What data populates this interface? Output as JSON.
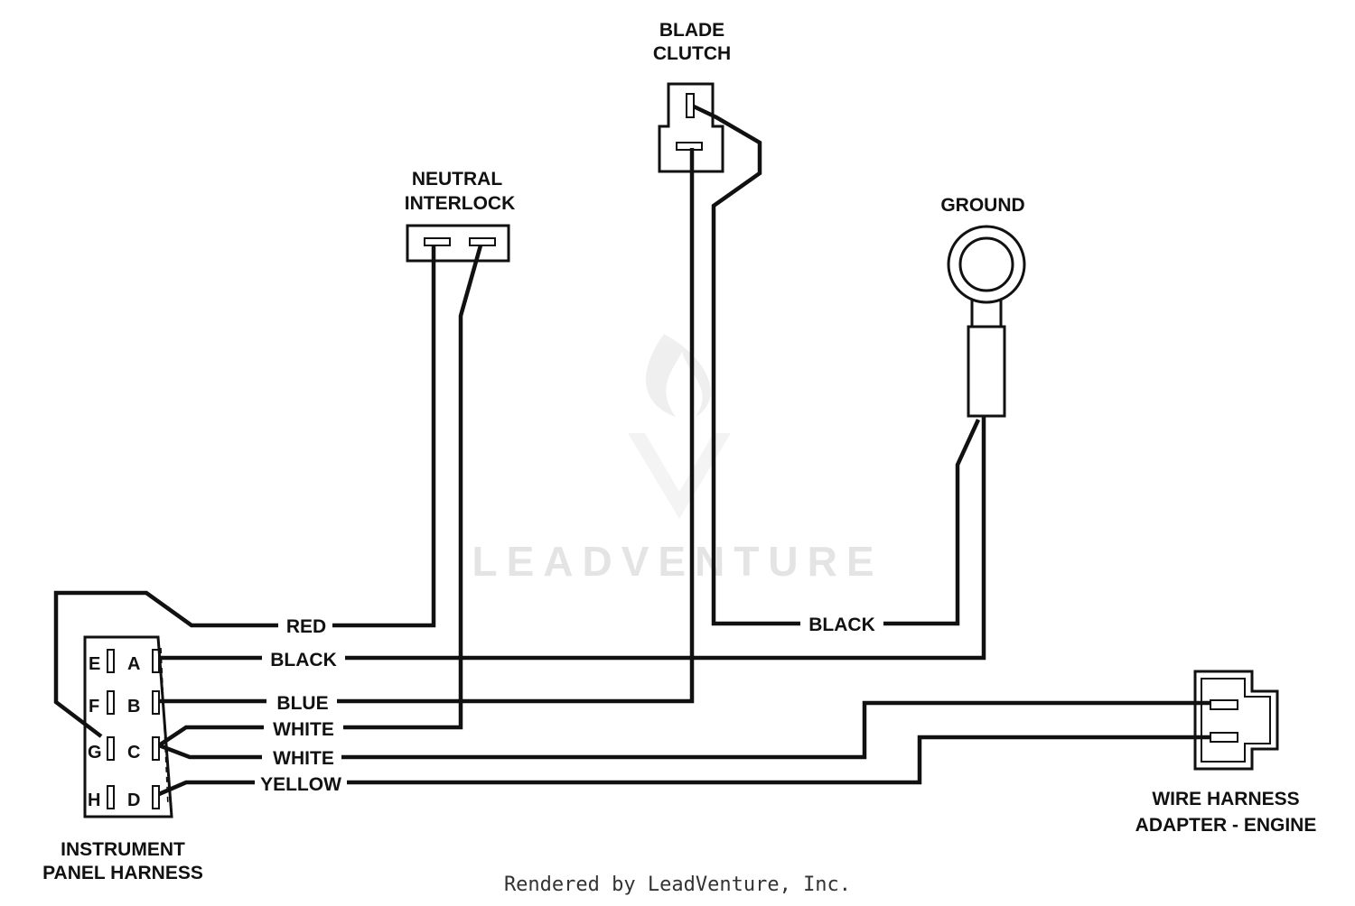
{
  "components": {
    "blade_clutch": [
      "BLADE",
      "CLUTCH"
    ],
    "neutral_interlock": [
      "NEUTRAL",
      "INTERLOCK"
    ],
    "ground": "GROUND",
    "instrument_panel_harness": [
      "INSTRUMENT",
      "PANEL HARNESS"
    ],
    "wire_harness_adapter": [
      "WIRE HARNESS",
      "ADAPTER - ENGINE"
    ]
  },
  "pins": [
    "E",
    "A",
    "F",
    "B",
    "G",
    "C",
    "H",
    "D"
  ],
  "wires": {
    "red": "RED",
    "black_a": "BLACK",
    "blue": "BLUE",
    "white_1": "WHITE",
    "white_2": "WHITE",
    "yellow": "YELLOW",
    "black_ground": "BLACK"
  },
  "watermark": "LEADVENTURE",
  "footer": "Rendered by LeadVenture, Inc."
}
